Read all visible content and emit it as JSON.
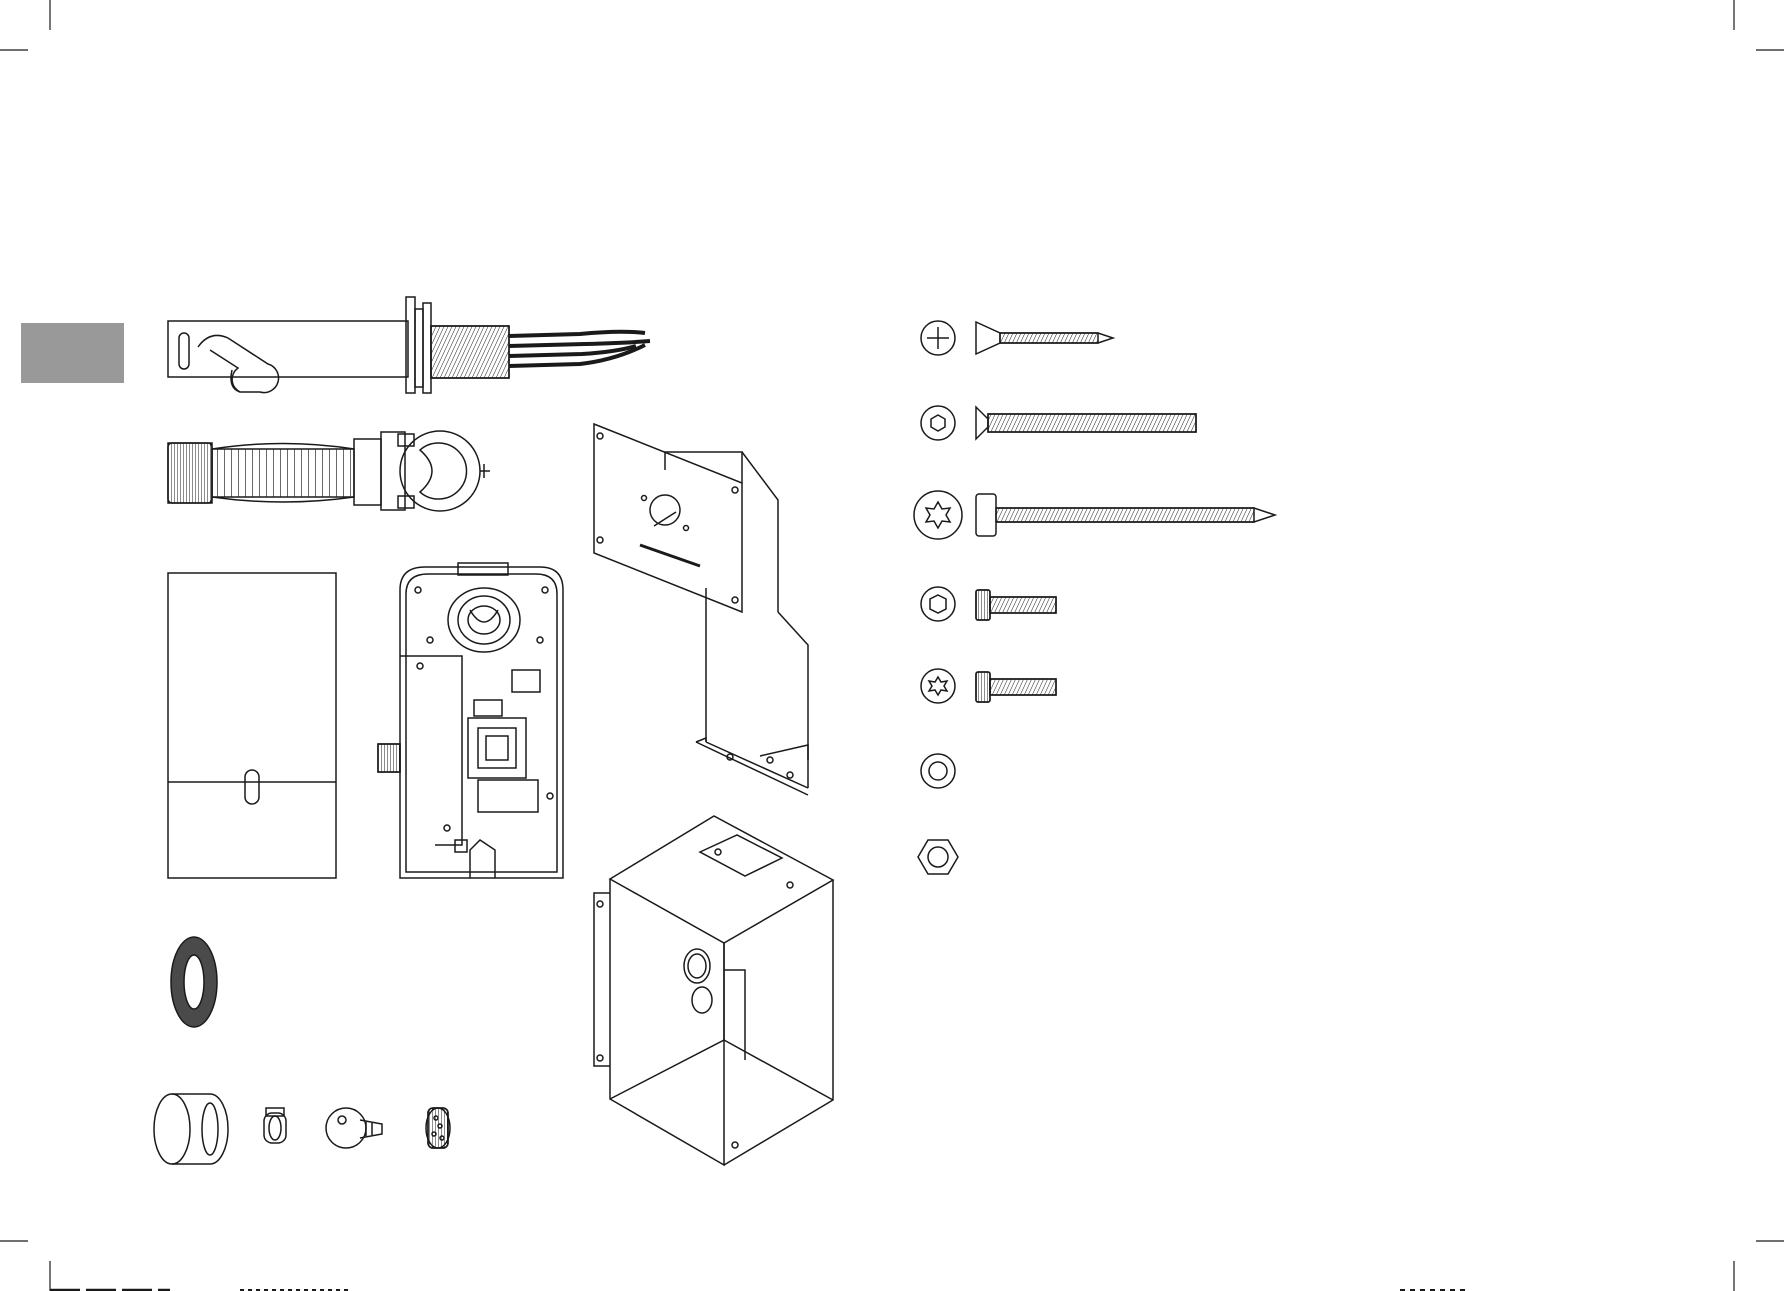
{
  "page": {
    "background": "#ffffff",
    "ink": "#1a1a1a",
    "section_tab_color": "#999999",
    "gasket_color": "#4a4a4a"
  },
  "parts": {
    "left_column": [
      {
        "name": "spout-with-flange",
        "icon": "faucet-spout-icon"
      },
      {
        "name": "flexible-hose",
        "icon": "corrugated-hose-icon"
      },
      {
        "name": "cover-plate",
        "icon": "cover-plate-icon"
      },
      {
        "name": "control-unit",
        "icon": "control-unit-icon"
      },
      {
        "name": "mounting-bracket",
        "icon": "mounting-bracket-icon"
      },
      {
        "name": "installation-box",
        "icon": "installation-box-icon"
      },
      {
        "name": "rubber-gasket",
        "icon": "gasket-ring-icon"
      },
      {
        "name": "sleeve",
        "icon": "sleeve-icon"
      },
      {
        "name": "hose-clamp",
        "icon": "hose-clamp-icon"
      },
      {
        "name": "service-key",
        "icon": "service-key-icon"
      },
      {
        "name": "aerator",
        "icon": "aerator-icon"
      }
    ],
    "hardware": [
      {
        "head": "phillips",
        "type": "countersunk-wood-screw"
      },
      {
        "head": "hex-socket",
        "type": "countersunk-machine-screw"
      },
      {
        "head": "torx",
        "type": "pan-head-wood-screw"
      },
      {
        "head": "hex-socket",
        "type": "cap-screw"
      },
      {
        "head": "torx",
        "type": "cap-screw"
      },
      {
        "head": "washer",
        "type": "washer"
      },
      {
        "head": "hex-nut",
        "type": "nut"
      }
    ]
  }
}
